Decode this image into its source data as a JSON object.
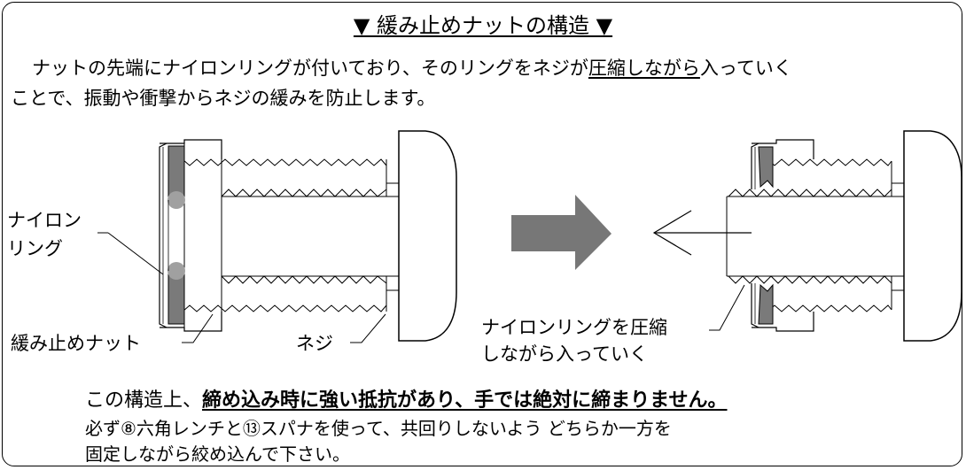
{
  "title": "▼ 緩み止めナットの構造 ▼",
  "description": {
    "line1_pre": "ナットの先端にナイロンリングが付いており、そのリングをネジが",
    "line1_underlined": "圧縮しながら",
    "line1_post": "入っていく",
    "line2": "ことで、振動や衝撃からネジの緩みを防止します。"
  },
  "labels": {
    "nylon_ring_line1": "ナイロン",
    "nylon_ring_line2": "リング",
    "lock_nut": "緩み止めナット",
    "screw": "ネジ",
    "compressing_line1": "ナイロンリングを圧縮",
    "compressing_line2": "しながら入っていく"
  },
  "note": {
    "line1_pre": "この構造上、",
    "line1_strong": "締め込み時に強い抵抗があり、手では絶対に締まりません。",
    "line2": "必ず⑧六角レンチと⑬スパナを使って、共回りしないよう どちらか一方を",
    "line3": "固定しながら絞め込んで下さい。"
  },
  "colors": {
    "ring_fill": "#7a7a7a",
    "arrow_fill": "#777777",
    "stroke": "#000000"
  }
}
